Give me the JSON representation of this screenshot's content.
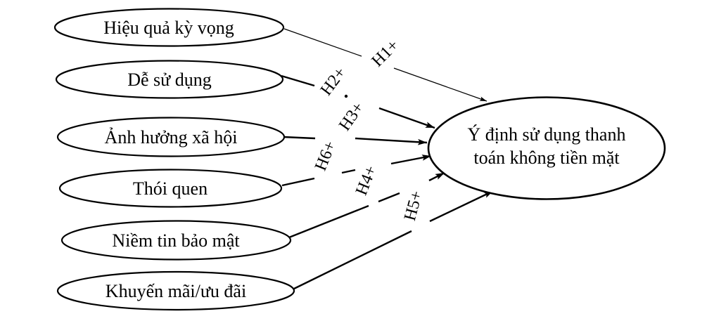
{
  "diagram": {
    "title_implicit": "Research model",
    "background_color": "#ffffff",
    "line_color": "#000000",
    "factors": [
      {
        "label": "Hiệu quả kỳ vọng",
        "hypothesis": "H1+"
      },
      {
        "label": "Dễ sử dụng",
        "hypothesis": "H2+"
      },
      {
        "label": "Ảnh hưởng xã hội",
        "hypothesis": "H3+"
      },
      {
        "label": "Thói quen",
        "hypothesis": "H4+"
      },
      {
        "label": "Niềm tin bảo mật",
        "hypothesis": "H5+"
      },
      {
        "label": "Khuyến mãi/ưu đãi",
        "hypothesis": "H6+"
      }
    ],
    "outcome": {
      "line1": "Ý định sử dụng thanh",
      "line2": "toán không tiền mặt"
    }
  }
}
